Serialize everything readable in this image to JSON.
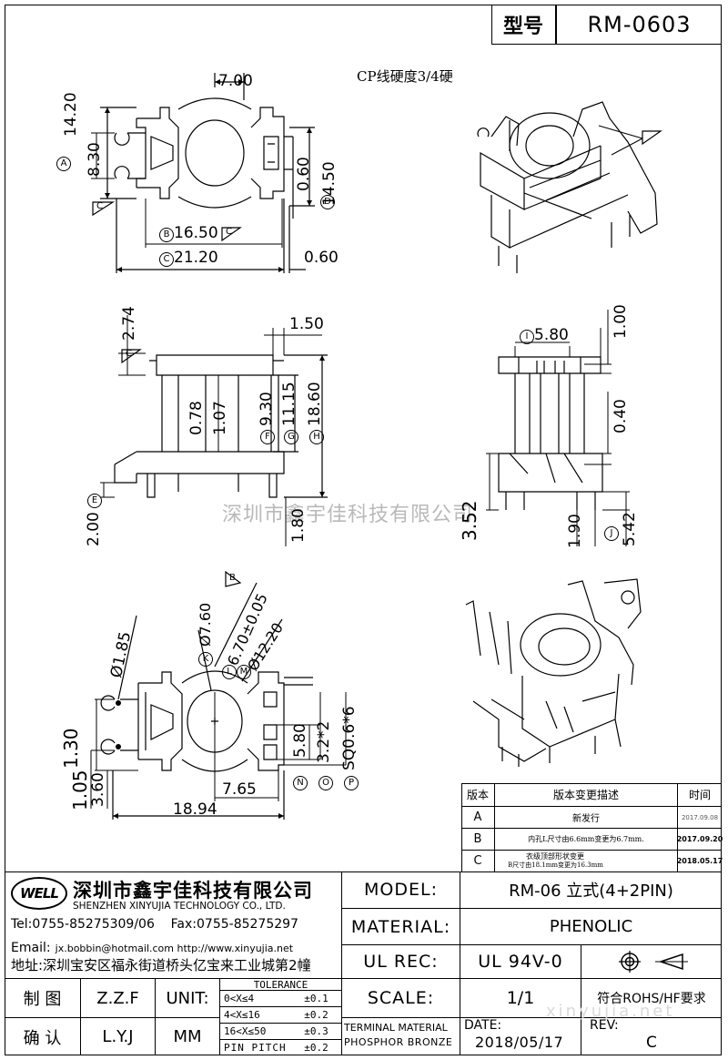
{
  "header": {
    "label": "型号",
    "model_code": "RM-0603"
  },
  "note": "CP线硬度3/4硬",
  "watermark": "深圳市鑫宇佳科技有限公司",
  "watermark_url": "xinyujia.net",
  "dimensions": {
    "d_7_00": "7.00",
    "a_14_20": "14.20",
    "d_8_30": "8.30",
    "d_0_60_v": "0.60",
    "d_14_50": "14.50",
    "d_16_50": "16.50",
    "d_21_20": "21.20",
    "d_0_60_h": "0.60",
    "d_2_74": "2.74",
    "d_1_50": "1.50",
    "d_0_78": "0.78",
    "d_1_07": "1.07",
    "d_9_30": "9.30",
    "d_11_15": "11.15",
    "d_18_60": "18.60",
    "d_2_00": "2.00",
    "d_1_80": "1.80",
    "d_5_80_top": "5.80",
    "d_1_00": "1.00",
    "d_0_40": "0.40",
    "d_3_52": "3.52",
    "d_1_90": "1.90",
    "d_5_42": "5.42",
    "d_phi_1_85": "Ø1.85",
    "d_phi_7_60": "Ø7.60",
    "d_6_70": "6.70±0.05",
    "d_phi_12_20": "Ø12.20",
    "d_1_30": "1.30",
    "d_1_05": "1.05",
    "d_3_60": "3.60",
    "d_5_80_bot": "5.80",
    "d_3_2x2": "3.2*2",
    "d_sq": "SQ0.6*6",
    "d_7_65": "7.65",
    "d_18_94": "18.94"
  },
  "markers": {
    "A": "A",
    "B": "B",
    "C": "C",
    "D": "D",
    "E": "E",
    "F": "F",
    "G": "G",
    "H": "H",
    "I": "I",
    "J": "J",
    "K": "K",
    "L": "L",
    "M": "M",
    "N": "N",
    "O": "O",
    "P": "P"
  },
  "revision_table": {
    "headers": [
      "版本",
      "版本变更描述",
      "时间"
    ],
    "rows": [
      {
        "rev": "A",
        "desc": "新发行",
        "date": "2017.09.08"
      },
      {
        "rev": "B",
        "desc": "内孔L尺寸由6.6mm变更为6.7mm.",
        "date": "2017.09.20"
      },
      {
        "rev": "C",
        "desc1": "衣级顶部形状变更",
        "desc2": "B尺寸由18.1mm变更为16.3mm",
        "date": "2018.05.17"
      }
    ]
  },
  "company": {
    "logo": "WELL",
    "name_cn": "深圳市鑫宇佳科技有限公司",
    "name_en": "SHENZHEN XINYUJIA TECHNOLOGY CO., LTD.",
    "tel_fax": "Tel:0755-85275309/06    Fax:0755-85275297",
    "email_label": "Email:",
    "email": "jx.bobbin@hotmail.com http://www.xinyujia.net",
    "address": "地址:深圳宝安区福永街道桥头亿宝来工业城第2幢"
  },
  "title_block": {
    "model_label": "MODEL:",
    "model_value": "RM-06 立式(4+2PIN)",
    "material_label": "MATERIAL:",
    "material_value": "PHENOLIC",
    "ulrec_label": "UL REC:",
    "ulrec_value": "UL 94V-0",
    "scale_label": "SCALE:",
    "scale_value": "1/1",
    "rohs": "符合ROHS/HF要求",
    "draw_label": "制 图",
    "draw_value": "Z.Z.F",
    "check_label": "确 认",
    "check_value": "L.Y.J",
    "unit_label": "UNIT:",
    "unit_value": "MM",
    "tolerance_title": "TOLERANCE",
    "tolerance_rows": [
      {
        "range": "0<X≤4",
        "tol": "±0.1"
      },
      {
        "range": "4<X≤16",
        "tol": "±0.2"
      },
      {
        "range": "16<X≤50",
        "tol": "±0.3"
      },
      {
        "range": "PIN PITCH",
        "tol": "±0.2"
      }
    ],
    "terminal_material_1": "TERMINAL MATERIAL",
    "terminal_material_2": "PHOSPHOR BRONZE",
    "date_label": "DATE:",
    "date_value": "2018/05/17",
    "rev_label": "REV:",
    "rev_value": "C"
  }
}
